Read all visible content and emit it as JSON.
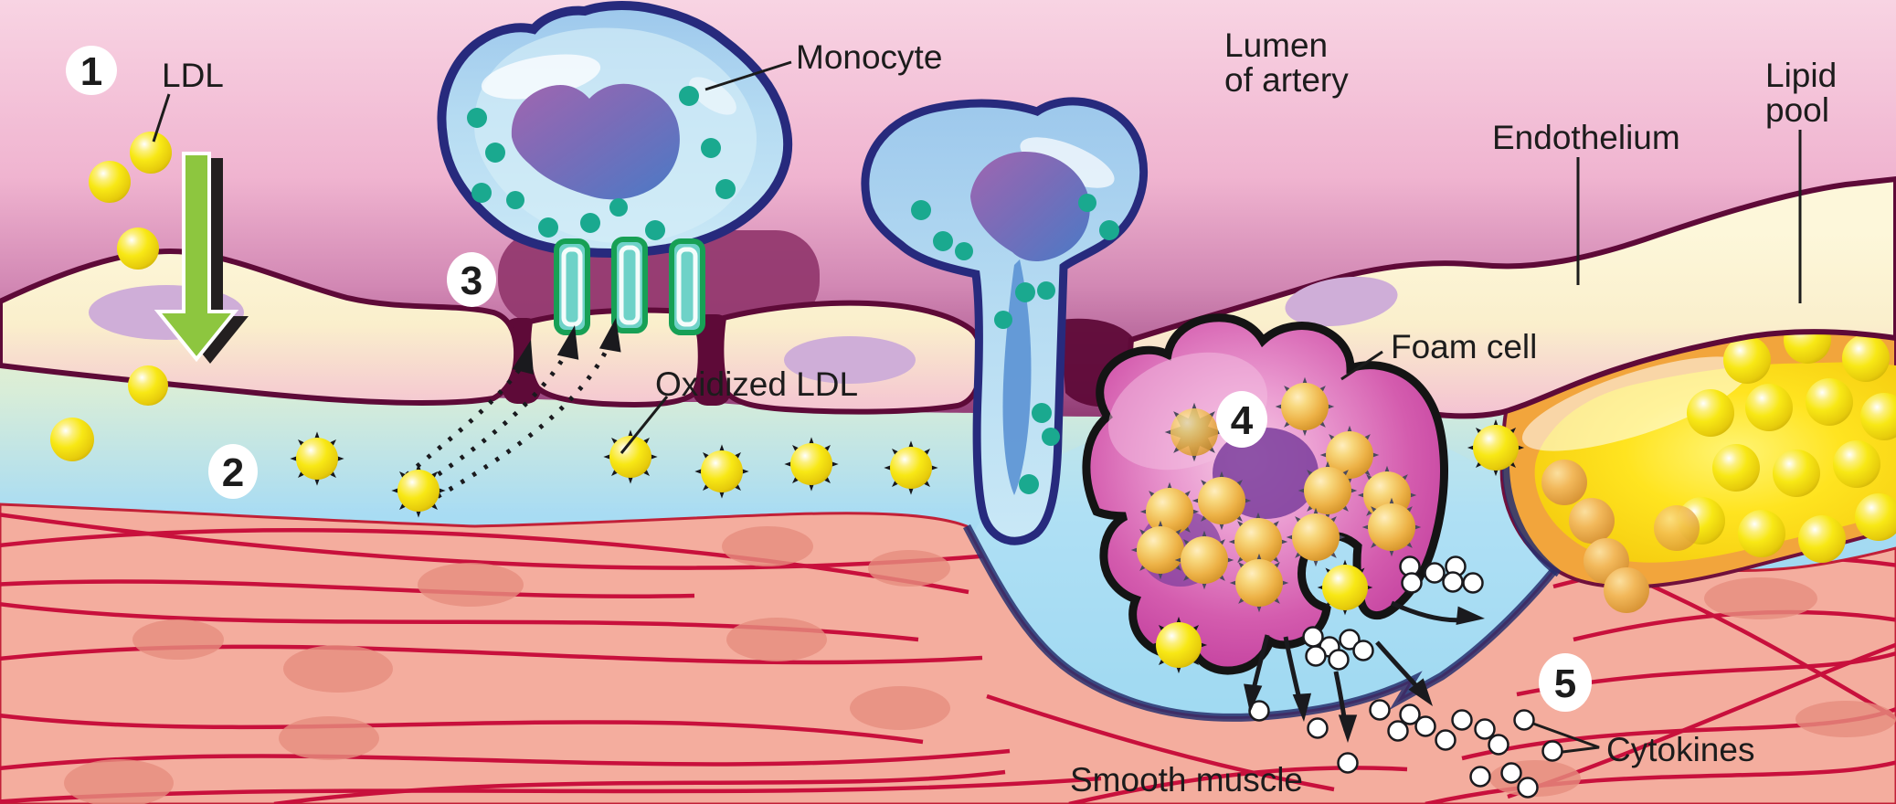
{
  "labels": {
    "ldl": "LDL",
    "monocyte": "Monocyte",
    "lumen_line1": "Lumen",
    "lumen_line2": "of artery",
    "endothelium": "Endothelium",
    "lipid_line1": "Lipid",
    "lipid_line2": "pool",
    "oxidized_ldl": "Oxidized LDL",
    "foam_cell": "Foam cell",
    "cytokines": "Cytokines",
    "smooth_muscle": "Smooth muscle"
  },
  "steps": [
    "1",
    "2",
    "3",
    "4",
    "5"
  ],
  "colors": {
    "lumen_pink": "#f8d4e3",
    "lumen_deep": "#8f3a72",
    "endothelium_cream": "#fbf3d3",
    "outline_maroon": "#5e0a38",
    "endothelial_nucleus": "#cfaed8",
    "intima_blue": "#a9dcf3",
    "muscle_salmon": "#f4ad9e",
    "muscle_line": "#c8103c",
    "muscle_nucleus": "#e68d7e",
    "monocyte_blue": "#9dc8ec",
    "monocyte_outline": "#272a7d",
    "nucleus_purple": "#7a6cb8",
    "granule_teal": "#1aa98f",
    "receptor_fill": "#6ed2c8",
    "receptor_green": "#17a055",
    "ldl_yellow": "#f8e815",
    "spike_black": "#17171c",
    "foam_magenta": "#c93da4",
    "foam_ldl_orange": "#edb247",
    "lipid_yellow": "#ffe420",
    "lipid_orange": "#f2a53c",
    "arrow_green": "#8dc63f",
    "arrow_black": "#1a1a1e",
    "cytokine_white": "#ffffff",
    "label_black": "#1c1c1c",
    "badge_bg": "#ffffff"
  }
}
